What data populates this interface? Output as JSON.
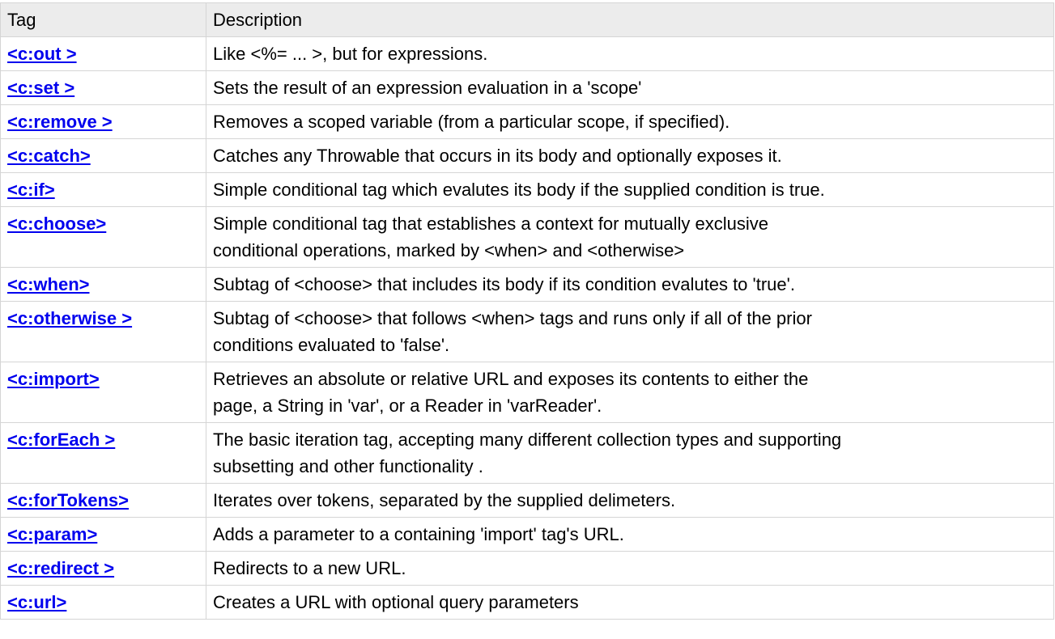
{
  "table": {
    "headers": [
      {
        "label": "Tag"
      },
      {
        "label": "Description"
      }
    ],
    "rows": [
      {
        "tag": "<c:out >",
        "desc": "Like <%= ... >, but for expressions."
      },
      {
        "tag": "<c:set >",
        "desc": "Sets the result of an expression evaluation in a 'scope'"
      },
      {
        "tag": "<c:remove >",
        "desc": "Removes a scoped variable (from a particular scope, if specified)."
      },
      {
        "tag": "<c:catch>",
        "desc": "Catches any Throwable that occurs in its body and optionally exposes it."
      },
      {
        "tag": "<c:if>",
        "desc": "Simple conditional tag which evalutes its body if the supplied condition is true."
      },
      {
        "tag": "<c:choose>",
        "desc": "Simple conditional tag that establishes a context for mutually exclusive\nconditional operations, marked by <when> and <otherwise>"
      },
      {
        "tag": "<c:when>",
        "desc": "Subtag of <choose> that includes its body if its condition evalutes to 'true'."
      },
      {
        "tag": "<c:otherwise >",
        "desc": "Subtag of <choose> that follows <when> tags and runs only if all of the prior\nconditions evaluated to 'false'."
      },
      {
        "tag": "<c:import>",
        "desc": "Retrieves an absolute or relative URL and exposes its contents to either the\npage, a String in 'var', or a Reader in 'varReader'."
      },
      {
        "tag": "<c:forEach >",
        "desc": "The basic iteration tag, accepting many different collection types and supporting\nsubsetting and other functionality ."
      },
      {
        "tag": "<c:forTokens>",
        "desc": "Iterates over tokens, separated by the supplied delimeters."
      },
      {
        "tag": "<c:param>",
        "desc": "Adds a parameter to a containing 'import' tag's URL."
      },
      {
        "tag": "<c:redirect >",
        "desc": "Redirects to a new URL."
      },
      {
        "tag": "<c:url>",
        "desc": "Creates a URL with optional query parameters"
      }
    ]
  },
  "colors": {
    "header_background": "#ececec",
    "border": "#d5d5d5",
    "link_blue": "#0000ee",
    "body_text": "#000000"
  }
}
